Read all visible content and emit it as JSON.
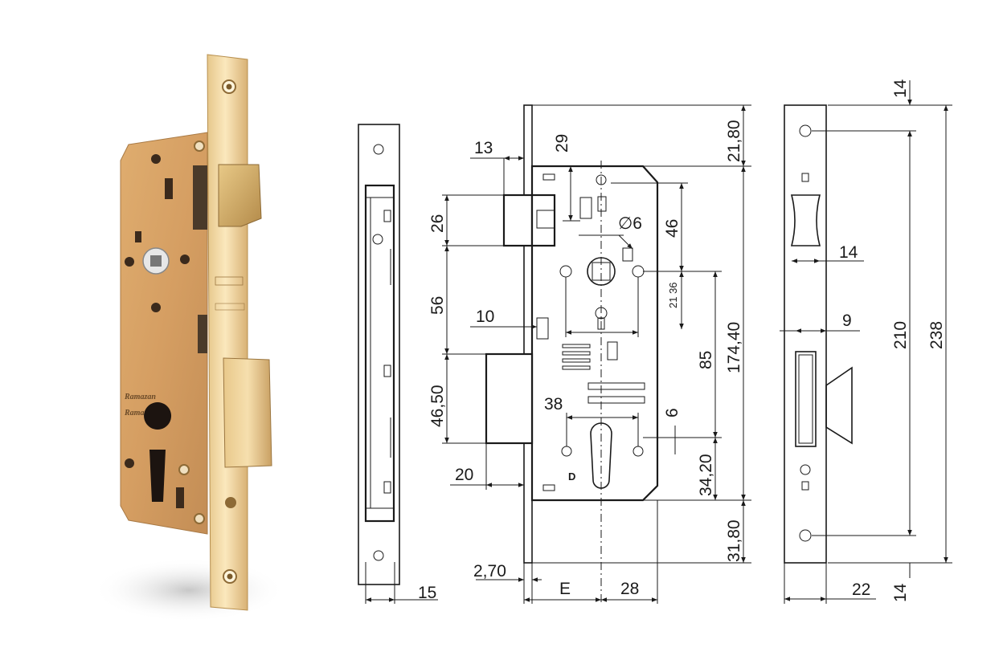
{
  "colors": {
    "brass_light": "#f3d9a0",
    "brass_mid": "#d9a96a",
    "brass_dark": "#a97a45",
    "line": "#1a1a1a",
    "background": "#ffffff"
  },
  "product_photo": {
    "name": "mortise lock with brass faceplate",
    "case_engravings": [
      "Ramazan",
      "Ramazan"
    ]
  },
  "dimensions": {
    "front_width": "15",
    "latch_offset": "13",
    "top_case": "29",
    "top_margin": "21,80",
    "latch_height": "26",
    "hole_diameter": "∅6",
    "handle_offset": "46",
    "spindle_spacing": "21 36",
    "gap_56": "56",
    "bolt_offset": "10",
    "overall_case": "174,40",
    "centre_distance": "85",
    "bolt_height": "46,50",
    "cylinder_width": "38",
    "cylinder_notch": "6",
    "bolt_throw": "20",
    "cylinder_bottom": "34,20",
    "bottom_margin": "31,80",
    "faceplate_thickness": "2,70",
    "backset_label": "E",
    "case_depth": "28",
    "strike_top": "14",
    "strike_latch_width": "14",
    "strike_bolt_width": "9",
    "strike_inner": "210",
    "strike_overall": "238",
    "strike_width": "22",
    "strike_bottom": "14"
  }
}
